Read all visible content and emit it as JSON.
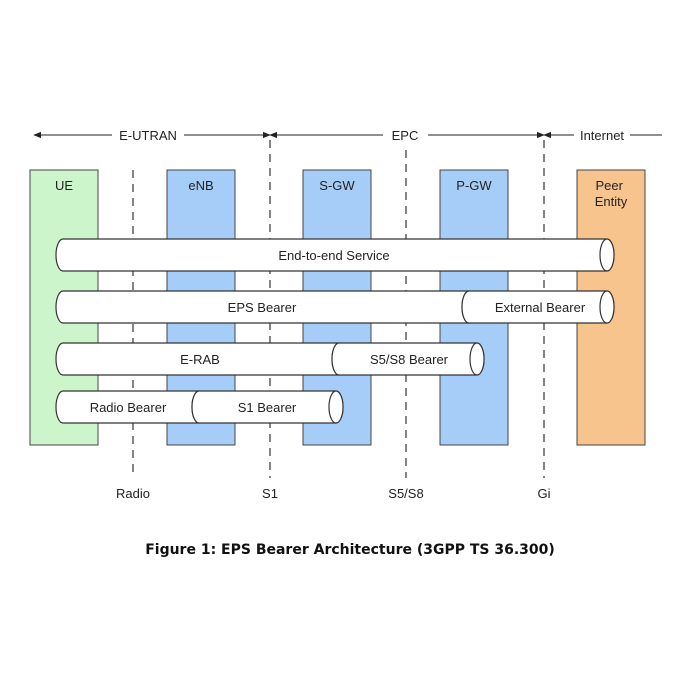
{
  "domains": [
    {
      "label": "E-UTRAN"
    },
    {
      "label": "EPC"
    },
    {
      "label": "Internet"
    }
  ],
  "nodes": [
    {
      "id": "ue",
      "label": "UE",
      "color": "#ccf5cc"
    },
    {
      "id": "enb",
      "label": "eNB",
      "color": "#a6cdf7"
    },
    {
      "id": "sgw",
      "label": "S-GW",
      "color": "#a6cdf7"
    },
    {
      "id": "pgw",
      "label": "P-GW",
      "color": "#a6cdf7"
    },
    {
      "id": "peer",
      "label": "Peer Entity",
      "lines": [
        "Peer",
        "Entity"
      ],
      "color": "#f8c48e"
    }
  ],
  "interfaces": [
    {
      "label": "Radio"
    },
    {
      "label": "S1"
    },
    {
      "label": "S5/S8"
    },
    {
      "label": "Gi"
    }
  ],
  "bearers": [
    {
      "label": "End-to-end Service"
    },
    {
      "label": "EPS Bearer"
    },
    {
      "label": "External Bearer"
    },
    {
      "label": "E-RAB"
    },
    {
      "label": "S5/S8 Bearer"
    },
    {
      "label": "Radio Bearer"
    },
    {
      "label": "S1 Bearer"
    }
  ],
  "caption": "Figure 1: EPS Bearer Architecture (3GPP TS 36.300)"
}
